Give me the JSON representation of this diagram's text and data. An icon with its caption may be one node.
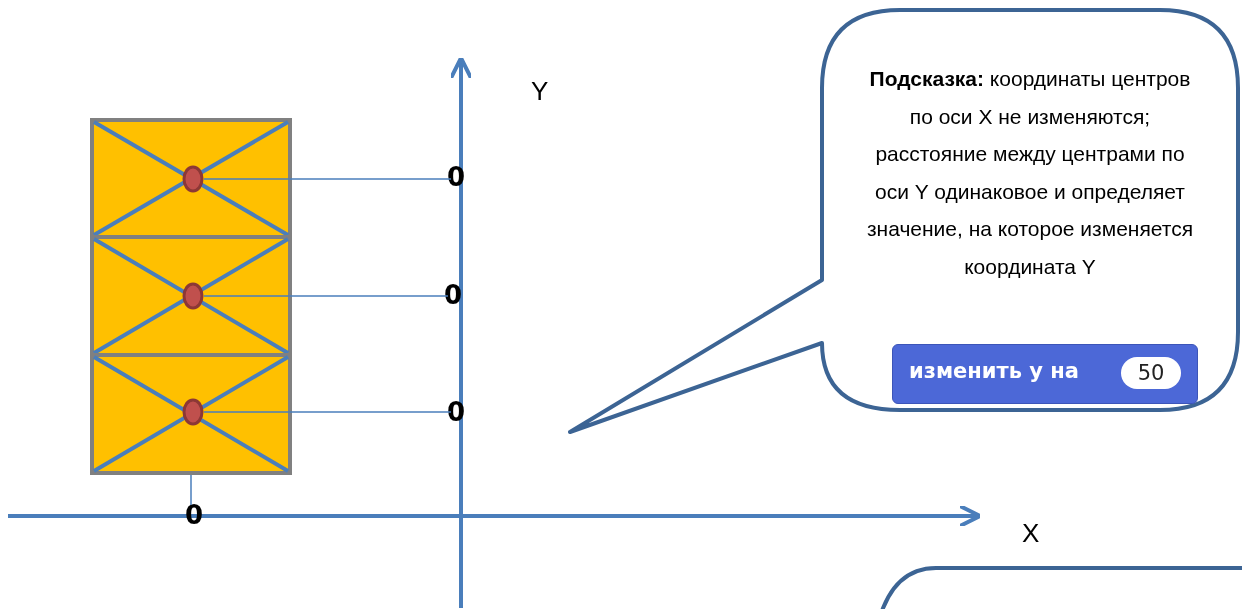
{
  "diagram": {
    "nodes": [
      {
        "text": [],
        "shape": "box"
      },
      {
        "text": [],
        "shape": "circle",
        "in": 0
      },
      {
        "text": [
          "0"
        ]
      },
      {
        "text": [
          "**Подсказка:** координаты центров по оси X не изменяются; расстояние между центрами по оси Y одинаковое и определяет значение, на которое изменяется координата Y"
        ]
      },
      {
        "text": [
          "изменить у на",
          "50"
        ],
        "in": 3
      },
      {
        "text": [],
        "shape": "box"
      },
      {
        "text": [],
        "shape": "circle",
        "in": 5
      },
      {
        "text": [
          "0"
        ]
      },
      {
        "text": [],
        "shape": "box"
      },
      {
        "text": [],
        "shape": "circle",
        "in": 8
      },
      {
        "text": [
          "0"
        ]
      },
      {
        "text": [
          "0"
        ]
      },
      {
        "text": [],
        "shape": "box"
      }
    ],
    "edges": [
      {
        "from": 1,
        "to": 2,
        "arrow": "none"
      },
      {
        "from": 6,
        "to": 7,
        "arrow": "none"
      },
      {
        "from": 9,
        "to": 10,
        "arrow": "none"
      },
      {
        "from": 8,
        "to": 11,
        "arrow": "none"
      }
    ],
    "labels": [
      "Y",
      "X"
    ]
  }
}
